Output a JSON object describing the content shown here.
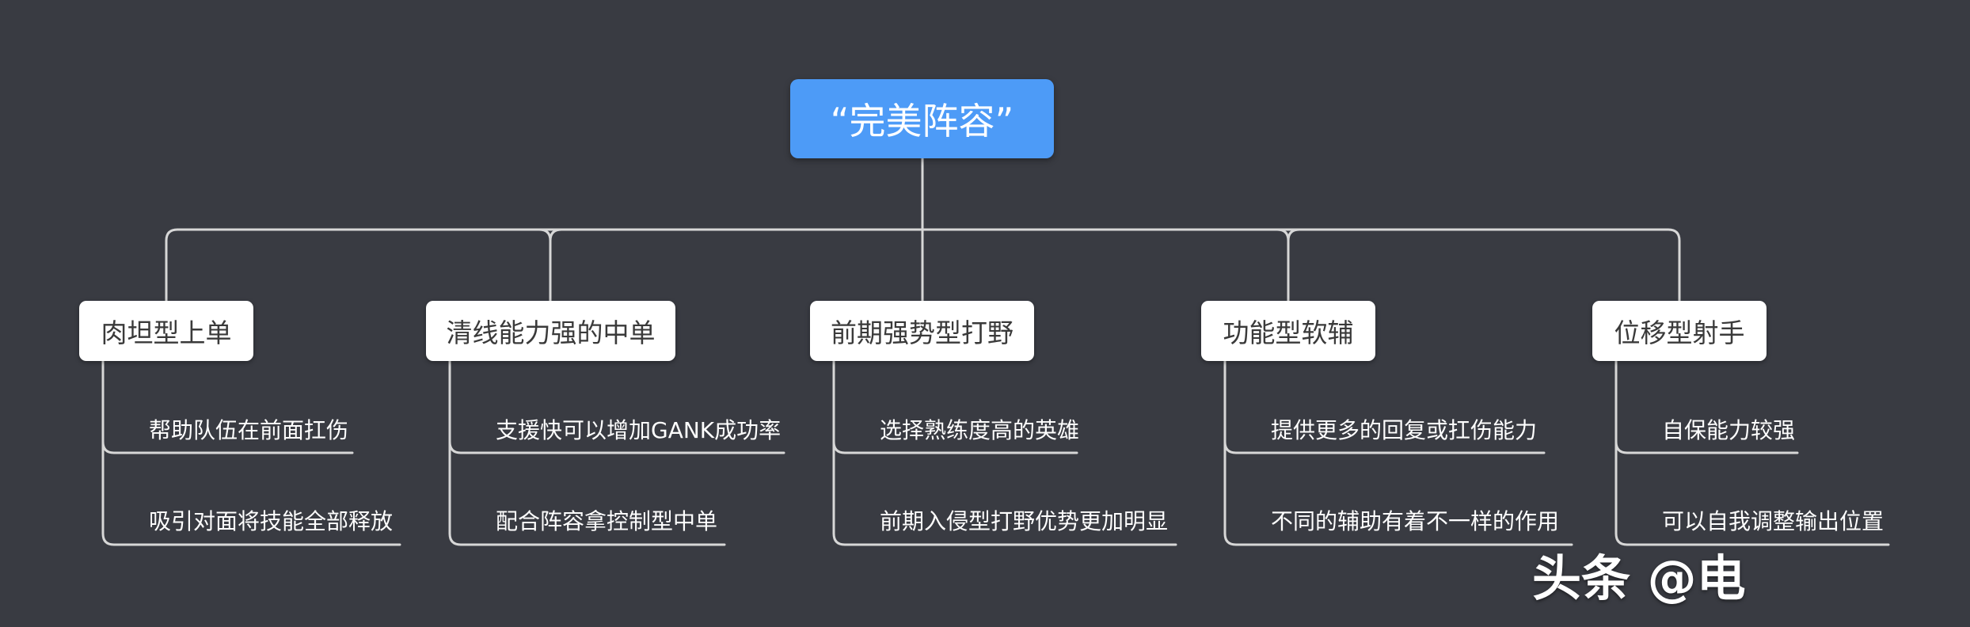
{
  "root": {
    "label": "“完美阵容”"
  },
  "branches": [
    {
      "label": "肉坦型上单",
      "items": [
        "帮助队伍在前面扛伤",
        "吸引对面将技能全部释放"
      ]
    },
    {
      "label": "清线能力强的中单",
      "items": [
        "支援快可以增加GANK成功率",
        "配合阵容拿控制型中单"
      ]
    },
    {
      "label": "前期强势型打野",
      "items": [
        "选择熟练度高的英雄",
        "前期入侵型打野优势更加明显"
      ]
    },
    {
      "label": "功能型软辅",
      "items": [
        "提供更多的回复或扛伤能力",
        "不同的辅助有着不一样的作用"
      ]
    },
    {
      "label": "位移型射手",
      "items": [
        "自保能力较强",
        "可以自我调整输出位置"
      ]
    }
  ],
  "watermark": "头条 @电"
}
